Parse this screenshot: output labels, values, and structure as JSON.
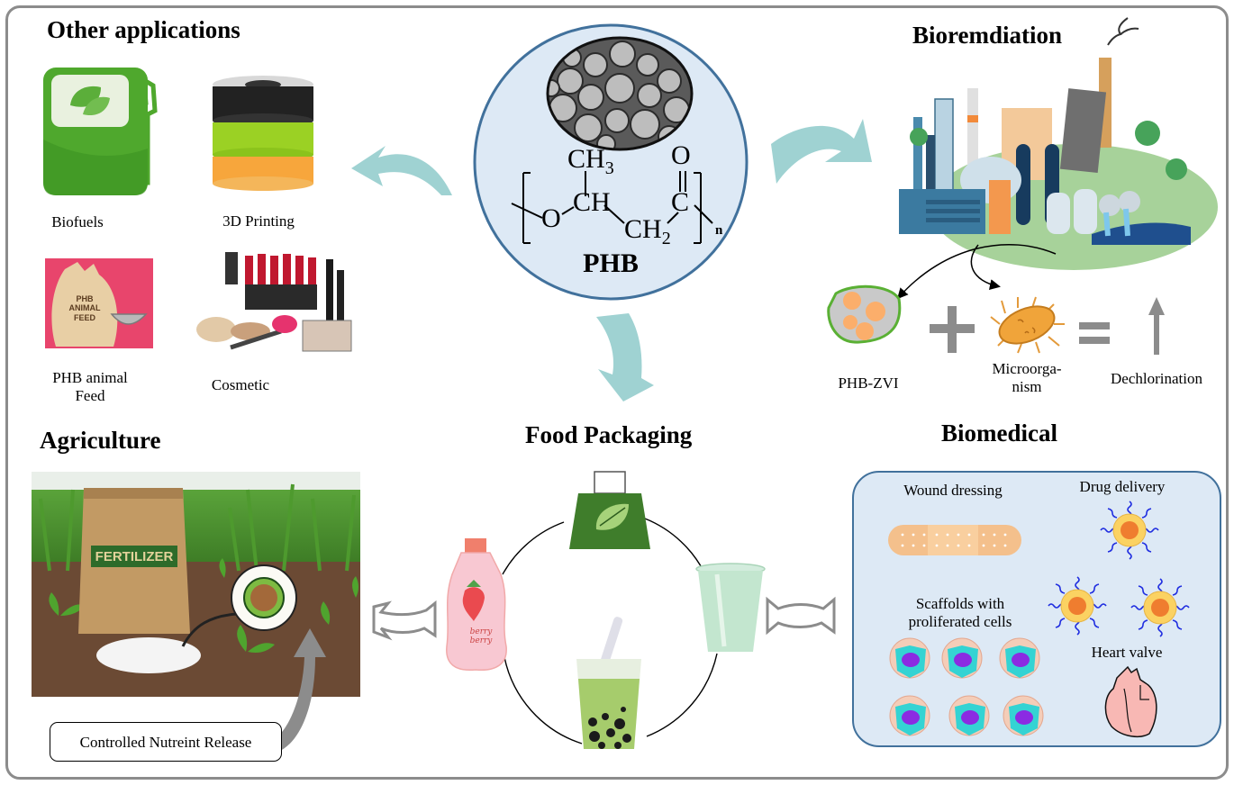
{
  "figure": {
    "center": {
      "molecule_name": "PHB",
      "formula": {
        "methyl": "CH",
        "methyl_sub": "3",
        "carbonyl_o": "O",
        "oxygen": "O",
        "ch": "CH",
        "ch2": "CH",
        "ch2_sub": "2",
        "carbon": "C",
        "repeat": "n"
      }
    },
    "sections": {
      "other_applications": {
        "title": "Other applications",
        "items": [
          {
            "label": "Biofuels",
            "icon": "fuel-pump-leaf-icon"
          },
          {
            "label": "3D Printing",
            "icon": "filament-spool-icon"
          },
          {
            "label": "PHB animal\nFeed",
            "icon": "feed-sack-icon",
            "sack_text": "PHB\nANIMAL\nFEED"
          },
          {
            "label": "Cosmetic",
            "icon": "cosmetics-icon"
          }
        ]
      },
      "bioremediation": {
        "title": "Bioremdiation",
        "equation": [
          {
            "label": "PHB-ZVI",
            "icon": "phb-zvi-particle-icon"
          },
          {
            "operator": "+"
          },
          {
            "label": "Microorga-\nnism",
            "icon": "bacterium-icon"
          },
          {
            "operator": "="
          },
          {
            "label": "Dechlorination",
            "icon": "up-arrow-icon"
          }
        ]
      },
      "agriculture": {
        "title": "Agriculture",
        "bag_label": "FERTILIZER",
        "callout": "Controlled Nutreint Release"
      },
      "food_packaging": {
        "title": "Food Packaging",
        "items": [
          "eco-bag-icon",
          "pla-cup-icon",
          "bubble-tea-icon",
          "juice-bottle-icon"
        ],
        "bottle_text": "berry\nberry"
      },
      "biomedical": {
        "title": "Biomedical",
        "items": [
          {
            "label": "Wound dressing",
            "icon": "bandage-icon"
          },
          {
            "label": "Drug delivery",
            "icon": "nanoparticle-icon"
          },
          {
            "label": "Scaffolds with\nproliferated cells",
            "icon": "cell-scaffold-icon"
          },
          {
            "label": "Heart valve",
            "icon": "heart-icon"
          }
        ]
      }
    },
    "colors": {
      "frame": "#8c8c8c",
      "center_fill": "#dde9f5",
      "center_stroke": "#41719c",
      "flow_arrow": "#9fd2d2",
      "gray_symbol": "#8c8c8c",
      "biomed_fill": "#dde9f5",
      "biomed_stroke": "#41719c"
    }
  }
}
